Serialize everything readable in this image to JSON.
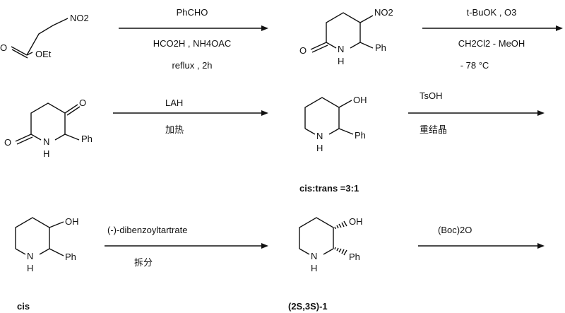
{
  "scheme": {
    "step1": {
      "reagent_top": "PhCHO",
      "reagent_mid": "HCO2H , NH4OAC",
      "reagent_bottom": "reflux , 2h"
    },
    "step2": {
      "reagent_top": "t-BuOK , O3",
      "reagent_mid": "CH2Cl2 - MeOH",
      "reagent_bottom": "- 78 °C"
    },
    "step3": {
      "reagent_top": "LAH",
      "reagent_bottom": "加热"
    },
    "step4": {
      "reagent_top": "TsOH",
      "reagent_bottom": "重结晶"
    },
    "step5": {
      "reagent_top": "(-)-dibenzoyltartrate",
      "reagent_bottom": "拆分"
    },
    "step6": {
      "reagent_top": "(Boc)2O"
    },
    "labels": {
      "ratio": "cis:trans =3:1",
      "cis": "cis",
      "product": "(2S,3S)-1"
    },
    "atoms": {
      "nitro": "NO2",
      "ester_o": "O",
      "ethoxy": "OEt",
      "carbonyl_o": "O",
      "nh": "N",
      "h": "H",
      "ph": "Ph",
      "oh": "OH"
    }
  }
}
